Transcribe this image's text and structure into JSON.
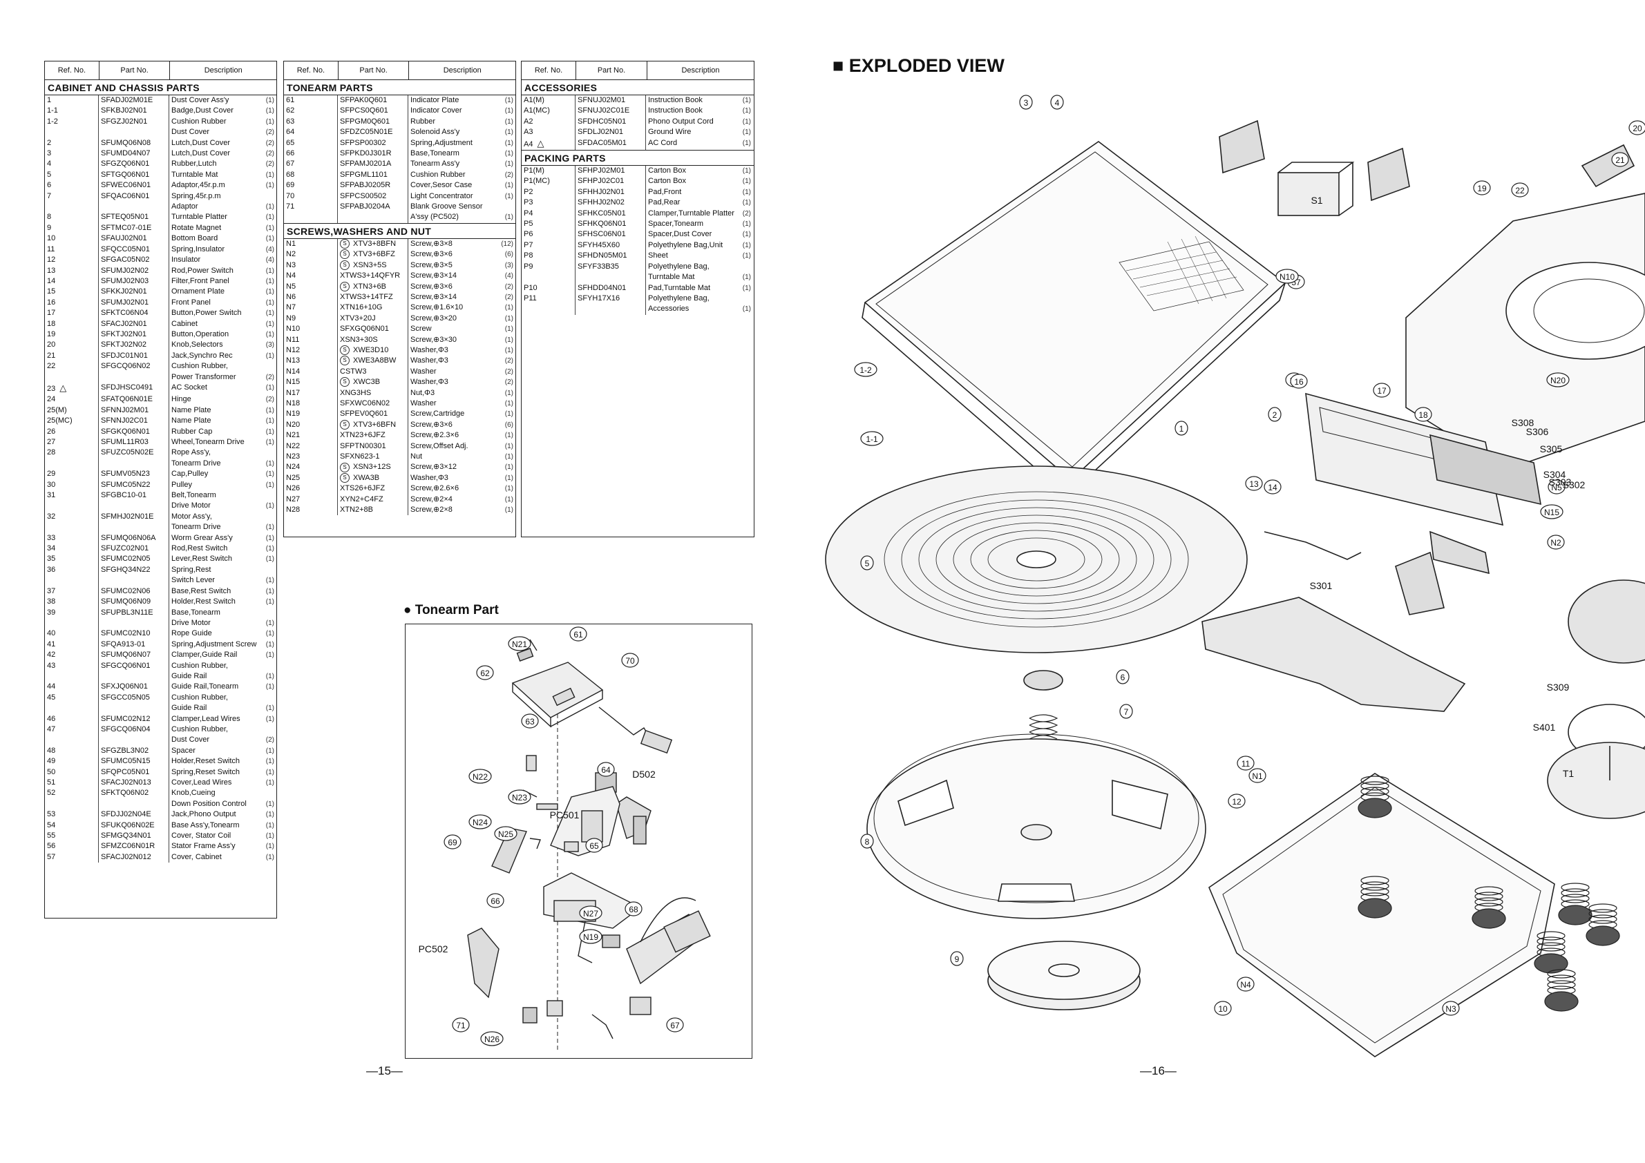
{
  "headers": {
    "ref": "Ref. No.",
    "part": "Part No.",
    "desc": "Description"
  },
  "cabinet": {
    "title": "CABINET AND CHASSIS PARTS",
    "rows": [
      {
        "r": "1",
        "s": "",
        "p": "SFADJ02M01E",
        "d": "Dust Cover Ass'y",
        "q": "(1)"
      },
      {
        "r": "1-1",
        "s": "",
        "p": "SFKBJ02N01",
        "d": "Badge,Dust Cover",
        "q": "(1)"
      },
      {
        "r": "1-2",
        "s": "",
        "p": "SFGZJ02N01",
        "d": "Cushion Rubber",
        "q": "(1)"
      },
      {
        "r": "",
        "s": "",
        "p": "",
        "d": "Dust Cover",
        "q": "(2)"
      },
      {
        "r": "2",
        "s": "",
        "p": "SFUMQ06N08",
        "d": "Lutch,Dust Cover",
        "q": "(2)"
      },
      {
        "r": "3",
        "s": "",
        "p": "SFUMD04N07",
        "d": "Lutch,Dust Cover",
        "q": "(2)"
      },
      {
        "r": "4",
        "s": "",
        "p": "SFGZQ06N01",
        "d": "Rubber,Lutch",
        "q": "(2)"
      },
      {
        "r": "5",
        "s": "",
        "p": "SFTGQ06N01",
        "d": "Turntable Mat",
        "q": "(1)"
      },
      {
        "r": "6",
        "s": "",
        "p": "SFWEC06N01",
        "d": "Adaptor,45r.p.m",
        "q": "(1)"
      },
      {
        "r": "7",
        "s": "",
        "p": "SFQAC06N01",
        "d": "Spring,45r.p.m",
        "q": ""
      },
      {
        "r": "",
        "s": "",
        "p": "",
        "d": "Adaptor",
        "q": "(1)"
      },
      {
        "r": "8",
        "s": "",
        "p": "SFTEQ05N01",
        "d": "Turntable Platter",
        "q": "(1)"
      },
      {
        "r": "9",
        "s": "",
        "p": "SFTMC07-01E",
        "d": "Rotate Magnet",
        "q": "(1)"
      },
      {
        "r": "10",
        "s": "",
        "p": "SFAUJ02N01",
        "d": "Bottom Board",
        "q": "(1)"
      },
      {
        "r": "11",
        "s": "",
        "p": "SFQCC05N01",
        "d": "Spring,Insulator",
        "q": "(4)"
      },
      {
        "r": "12",
        "s": "",
        "p": "SFGAC05N02",
        "d": "Insulator",
        "q": "(4)"
      },
      {
        "r": "13",
        "s": "",
        "p": "SFUMJ02N02",
        "d": "Rod,Power Switch",
        "q": "(1)"
      },
      {
        "r": "14",
        "s": "",
        "p": "SFUMJ02N03",
        "d": "Filter,Front Panel",
        "q": "(1)"
      },
      {
        "r": "15",
        "s": "",
        "p": "SFKKJ02N01",
        "d": "Ornament Plate",
        "q": "(1)"
      },
      {
        "r": "16",
        "s": "",
        "p": "SFUMJ02N01",
        "d": "Front Panel",
        "q": "(1)"
      },
      {
        "r": "17",
        "s": "",
        "p": "SFKTC06N04",
        "d": "Button,Power Switch",
        "q": "(1)"
      },
      {
        "r": "18",
        "s": "",
        "p": "SFACJ02N01",
        "d": "Cabinet",
        "q": "(1)"
      },
      {
        "r": "19",
        "s": "",
        "p": "SFKTJ02N01",
        "d": "Button,Operation",
        "q": "(1)"
      },
      {
        "r": "20",
        "s": "",
        "p": "SFKTJ02N02",
        "d": "Knob,Selectors",
        "q": "(3)"
      },
      {
        "r": "21",
        "s": "",
        "p": "SFDJC01N01",
        "d": "Jack,Synchro Rec",
        "q": "(1)"
      },
      {
        "r": "22",
        "s": "",
        "p": "SFGCQ06N02",
        "d": "Cushion Rubber,",
        "q": ""
      },
      {
        "r": "",
        "s": "",
        "p": "",
        "d": "Power Transformer",
        "q": "(2)"
      },
      {
        "r": "23",
        "s": "warn",
        "p": "SFDJHSC0491",
        "d": "AC Socket",
        "q": "(1)"
      },
      {
        "r": "24",
        "s": "",
        "p": "SFATQ06N01E",
        "d": "Hinge",
        "q": "(2)"
      },
      {
        "r": "",
        "s": "",
        "p": "",
        "d": "",
        "q": ""
      },
      {
        "r": "25(M)",
        "s": "",
        "p": "SFNNJ02M01",
        "d": "Name Plate",
        "q": "(1)"
      },
      {
        "r": "25(MC)",
        "s": "",
        "p": "SFNNJ02C01",
        "d": "Name Plate",
        "q": "(1)"
      },
      {
        "r": "",
        "s": "",
        "p": "",
        "d": "",
        "q": ""
      },
      {
        "r": "26",
        "s": "",
        "p": "SFGKQ06N01",
        "d": "Rubber Cap",
        "q": "(1)"
      },
      {
        "r": "27",
        "s": "",
        "p": "SFUML11R03",
        "d": "Wheel,Tonearm Drive",
        "q": "(1)"
      },
      {
        "r": "28",
        "s": "",
        "p": "SFUZC05N02E",
        "d": "Rope Ass'y,",
        "q": ""
      },
      {
        "r": "",
        "s": "",
        "p": "",
        "d": "Tonearm Drive",
        "q": "(1)"
      },
      {
        "r": "29",
        "s": "",
        "p": "SFUMV05N23",
        "d": "Cap,Pulley",
        "q": "(1)"
      },
      {
        "r": "30",
        "s": "",
        "p": "SFUMC05N22",
        "d": "Pulley",
        "q": "(1)"
      },
      {
        "r": "31",
        "s": "",
        "p": "SFGBC10-01",
        "d": "Belt,Tonearm",
        "q": ""
      },
      {
        "r": "",
        "s": "",
        "p": "",
        "d": "Drive Motor",
        "q": "(1)"
      },
      {
        "r": "32",
        "s": "",
        "p": "SFMHJ02N01E",
        "d": "Motor Ass'y,",
        "q": ""
      },
      {
        "r": "",
        "s": "",
        "p": "",
        "d": "Tonearm Drive",
        "q": "(1)"
      },
      {
        "r": "33",
        "s": "",
        "p": "SFUMQ06N06A",
        "d": "Worm Grear Ass'y",
        "q": "(1)"
      },
      {
        "r": "34",
        "s": "",
        "p": "SFUZC02N01",
        "d": "Rod,Rest Switch",
        "q": "(1)"
      },
      {
        "r": "35",
        "s": "",
        "p": "SFUMC02N05",
        "d": "Lever,Rest Switch",
        "q": "(1)"
      },
      {
        "r": "36",
        "s": "",
        "p": "SFGHQ34N22",
        "d": "Spring,Rest",
        "q": ""
      },
      {
        "r": "",
        "s": "",
        "p": "",
        "d": "Switch Lever",
        "q": "(1)"
      },
      {
        "r": "37",
        "s": "",
        "p": "SFUMC02N06",
        "d": "Base,Rest Switch",
        "q": "(1)"
      },
      {
        "r": "38",
        "s": "",
        "p": "SFUMQ06N09",
        "d": "Holder,Rest Switch",
        "q": "(1)"
      },
      {
        "r": "39",
        "s": "",
        "p": "SFUPBL3N11E",
        "d": "Base,Tonearm",
        "q": ""
      },
      {
        "r": "",
        "s": "",
        "p": "",
        "d": "Drive Motor",
        "q": "(1)"
      },
      {
        "r": "40",
        "s": "",
        "p": "SFUMC02N10",
        "d": "Rope Guide",
        "q": "(1)"
      },
      {
        "r": "41",
        "s": "",
        "p": "SFQA913-01",
        "d": "Spring,Adjustment Screw",
        "q": "(1)"
      },
      {
        "r": "42",
        "s": "",
        "p": "SFUMQ06N07",
        "d": "Clamper,Guide Rail",
        "q": "(1)"
      },
      {
        "r": "43",
        "s": "",
        "p": "SFGCQ06N01",
        "d": "Cushion Rubber,",
        "q": ""
      },
      {
        "r": "",
        "s": "",
        "p": "",
        "d": "Guide Rail",
        "q": "(1)"
      },
      {
        "r": "44",
        "s": "",
        "p": "SFXJQ06N01",
        "d": "Guide Rail,Tonearm",
        "q": "(1)"
      },
      {
        "r": "45",
        "s": "",
        "p": "SFGCC05N05",
        "d": "Cushion Rubber,",
        "q": ""
      },
      {
        "r": "",
        "s": "",
        "p": "",
        "d": "Guide Rail",
        "q": "(1)"
      },
      {
        "r": "46",
        "s": "",
        "p": "SFUMC02N12",
        "d": "Clamper,Lead Wires",
        "q": "(1)"
      },
      {
        "r": "47",
        "s": "",
        "p": "SFGCQ06N04",
        "d": "Cushion Rubber,",
        "q": ""
      },
      {
        "r": "",
        "s": "",
        "p": "",
        "d": "Dust Cover",
        "q": "(2)"
      },
      {
        "r": "48",
        "s": "",
        "p": "SFGZBL3N02",
        "d": "Spacer",
        "q": "(1)"
      },
      {
        "r": "49",
        "s": "",
        "p": "SFUMC05N15",
        "d": "Holder,Reset Switch",
        "q": "(1)"
      },
      {
        "r": "50",
        "s": "",
        "p": "SFQPC05N01",
        "d": "Spring,Reset Switch",
        "q": "(1)"
      },
      {
        "r": "51",
        "s": "",
        "p": "SFACJ02N013",
        "d": "Cover,Lead Wires",
        "q": "(1)"
      },
      {
        "r": "52",
        "s": "",
        "p": "SFKTQ06N02",
        "d": "Knob,Cueing",
        "q": ""
      },
      {
        "r": "",
        "s": "",
        "p": "",
        "d": "Down Position Control",
        "q": "(1)"
      },
      {
        "r": "53",
        "s": "",
        "p": "SFDJJ02N04E",
        "d": "Jack,Phono Output",
        "q": "(1)"
      },
      {
        "r": "54",
        "s": "",
        "p": "SFUKQ06N02E",
        "d": "Base Ass'y,Tonearm",
        "q": "(1)"
      },
      {
        "r": "55",
        "s": "",
        "p": "SFMGQ34N01",
        "d": "Cover, Stator Coil",
        "q": "(1)"
      },
      {
        "r": "56",
        "s": "",
        "p": "SFMZC06N01R",
        "d": "Stator Frame Ass'y",
        "q": "(1)"
      },
      {
        "r": "57",
        "s": "",
        "p": "SFACJ02N012",
        "d": "Cover, Cabinet",
        "q": "(1)"
      }
    ]
  },
  "tonearm": {
    "title": "TONEARM PARTS",
    "rows": [
      {
        "r": "61",
        "s": "",
        "p": "SFPAK0Q601",
        "d": "Indicator Plate",
        "q": "(1)"
      },
      {
        "r": "62",
        "s": "",
        "p": "SFPCS0Q601",
        "d": "Indicator Cover",
        "q": "(1)"
      },
      {
        "r": "63",
        "s": "",
        "p": "SFPGM0Q601",
        "d": "Rubber",
        "q": "(1)"
      },
      {
        "r": "64",
        "s": "",
        "p": "SFDZC05N01E",
        "d": "Solenoid Ass'y",
        "q": "(1)"
      },
      {
        "r": "65",
        "s": "",
        "p": "SFPSP00302",
        "d": "Spring,Adjustment",
        "q": "(1)"
      },
      {
        "r": "66",
        "s": "",
        "p": "SFPKD0J301R",
        "d": "Base,Tonearm",
        "q": "(1)"
      },
      {
        "r": "67",
        "s": "",
        "p": "SFPAMJ0201A",
        "d": "Tonearm Ass'y",
        "q": "(1)"
      },
      {
        "r": "68",
        "s": "",
        "p": "SFPGML1101",
        "d": "Cushion Rubber",
        "q": "(2)"
      },
      {
        "r": "69",
        "s": "",
        "p": "SFPABJ0205R",
        "d": "Cover,Sesor Case",
        "q": "(1)"
      },
      {
        "r": "70",
        "s": "",
        "p": "SFPCS00502",
        "d": "Light Concentrator",
        "q": "(1)"
      },
      {
        "r": "71",
        "s": "",
        "p": "SFPABJ0204A",
        "d": "Blank Groove Sensor",
        "q": ""
      },
      {
        "r": "",
        "s": "",
        "p": "",
        "d": "A'ssy (PC502)",
        "q": "(1)"
      }
    ]
  },
  "screws": {
    "title": "SCREWS,WASHERS AND NUT",
    "rows": [
      {
        "r": "N1",
        "s": "S",
        "p": "XTV3+8BFN",
        "d": "Screw,⊕3×8",
        "q": "(12)"
      },
      {
        "r": "N2",
        "s": "S",
        "p": "XTV3+6BFZ",
        "d": "Screw,⊕3×6",
        "q": "(6)"
      },
      {
        "r": "N3",
        "s": "S",
        "p": "XSN3+5S",
        "d": "Screw,⊕3×5",
        "q": "(3)"
      },
      {
        "r": "N4",
        "s": "",
        "p": "XTWS3+14QFYR",
        "d": "Screw,⊕3×14",
        "q": "(4)"
      },
      {
        "r": "N5",
        "s": "S",
        "p": "XTN3+6B",
        "d": "Screw,⊕3×6",
        "q": "(2)"
      },
      {
        "r": "N6",
        "s": "",
        "p": "XTWS3+14TFZ",
        "d": "Screw,⊕3×14",
        "q": "(2)"
      },
      {
        "r": "N7",
        "s": "",
        "p": "XTN16+10G",
        "d": "Screw,⊕1.6×10",
        "q": "(1)"
      },
      {
        "r": "N9",
        "s": "",
        "p": "XTV3+20J",
        "d": "Screw,⊕3×20",
        "q": "(1)"
      },
      {
        "r": "N10",
        "s": "",
        "p": "SFXGQ06N01",
        "d": "Screw",
        "q": "(1)"
      },
      {
        "r": "N11",
        "s": "",
        "p": "XSN3+30S",
        "d": "Screw,⊕3×30",
        "q": "(1)"
      },
      {
        "r": "N12",
        "s": "S",
        "p": "XWE3D10",
        "d": "Washer,Φ3",
        "q": "(1)"
      },
      {
        "r": "N13",
        "s": "S",
        "p": "XWE3A8BW",
        "d": "Washer,Φ3",
        "q": "(2)"
      },
      {
        "r": "N14",
        "s": "",
        "p": "CSTW3",
        "d": "Washer",
        "q": "(2)"
      },
      {
        "r": "N15",
        "s": "S",
        "p": "XWC3B",
        "d": "Washer,Φ3",
        "q": "(2)"
      },
      {
        "r": "N17",
        "s": "",
        "p": "XNG3HS",
        "d": "Nut,Φ3",
        "q": "(1)"
      },
      {
        "r": "N18",
        "s": "",
        "p": "SFXWC06N02",
        "d": "Washer",
        "q": "(1)"
      },
      {
        "r": "N19",
        "s": "",
        "p": "SFPEV0Q601",
        "d": "Screw,Cartridge",
        "q": "(1)"
      },
      {
        "r": "N20",
        "s": "S",
        "p": "XTV3+6BFN",
        "d": "Screw,⊕3×6",
        "q": "(6)"
      },
      {
        "r": "N21",
        "s": "",
        "p": "XTN23+6JFZ",
        "d": "Screw,⊕2.3×6",
        "q": "(1)"
      },
      {
        "r": "N22",
        "s": "",
        "p": "SFPTN00301",
        "d": "Screw,Offset Adj.",
        "q": "(1)"
      },
      {
        "r": "N23",
        "s": "",
        "p": "SFXN623-1",
        "d": "Nut",
        "q": "(1)"
      },
      {
        "r": "N24",
        "s": "S",
        "p": "XSN3+12S",
        "d": "Screw,⊕3×12",
        "q": "(1)"
      },
      {
        "r": "N25",
        "s": "S",
        "p": "XWA3B",
        "d": "Washer,Φ3",
        "q": "(1)"
      },
      {
        "r": "N26",
        "s": "",
        "p": "XTS26+6JFZ",
        "d": "Screw,⊕2.6×6",
        "q": "(1)"
      },
      {
        "r": "N27",
        "s": "",
        "p": "XYN2+C4FZ",
        "d": "Screw,⊕2×4",
        "q": "(1)"
      },
      {
        "r": "N28",
        "s": "",
        "p": "XTN2+8B",
        "d": "Screw,⊕2×8",
        "q": "(1)"
      }
    ]
  },
  "accessories": {
    "title": "ACCESSORIES",
    "rows": [
      {
        "r": "A1(M)",
        "s": "",
        "p": "SFNUJ02M01",
        "d": "Instruction Book",
        "q": "(1)"
      },
      {
        "r": "A1(MC)",
        "s": "",
        "p": "SFNUJ02C01E",
        "d": "Instruction Book",
        "q": "(1)"
      },
      {
        "r": "A2",
        "s": "",
        "p": "SFDHC05N01",
        "d": "Phono Output Cord",
        "q": "(1)"
      },
      {
        "r": "A3",
        "s": "",
        "p": "SFDLJ02N01",
        "d": "Ground Wire",
        "q": "(1)"
      },
      {
        "r": "A4",
        "s": "warn",
        "p": "SFDAC05M01",
        "d": "AC Cord",
        "q": "(1)"
      }
    ]
  },
  "packing": {
    "title": "PACKING PARTS",
    "rows": [
      {
        "r": "P1(M)",
        "s": "",
        "p": "SFHPJ02M01",
        "d": "Carton Box",
        "q": "(1)"
      },
      {
        "r": "P1(MC)",
        "s": "",
        "p": "SFHPJ02C01",
        "d": "Carton Box",
        "q": "(1)"
      },
      {
        "r": "P2",
        "s": "",
        "p": "SFHHJ02N01",
        "d": "Pad,Front",
        "q": "(1)"
      },
      {
        "r": "P3",
        "s": "",
        "p": "SFHHJ02N02",
        "d": "Pad,Rear",
        "q": "(1)"
      },
      {
        "r": "P4",
        "s": "",
        "p": "SFHKC05N01",
        "d": "Clamper,Turntable Platter",
        "q": "(2)"
      },
      {
        "r": "P5",
        "s": "",
        "p": "SFHKQ06N01",
        "d": "Spacer,Tonearm",
        "q": "(1)"
      },
      {
        "r": "P6",
        "s": "",
        "p": "SFHSC06N01",
        "d": "Spacer,Dust Cover",
        "q": "(1)"
      },
      {
        "r": "P7",
        "s": "",
        "p": "SFYH45X60",
        "d": "Polyethylene Bag,Unit",
        "q": "(1)"
      },
      {
        "r": "P8",
        "s": "",
        "p": "SFHDN05M01",
        "d": "Sheet",
        "q": "(1)"
      },
      {
        "r": "P9",
        "s": "",
        "p": "SFYF33B35",
        "d": "Polyethylene Bag,",
        "q": ""
      },
      {
        "r": "",
        "s": "",
        "p": "",
        "d": "Turntable Mat",
        "q": "(1)"
      },
      {
        "r": "P10",
        "s": "",
        "p": "SFHDD04N01",
        "d": "Pad,Turntable Mat",
        "q": "(1)"
      },
      {
        "r": "P11",
        "s": "",
        "p": "SFYH17X16",
        "d": "Polyethylene Bag,",
        "q": ""
      },
      {
        "r": "",
        "s": "",
        "p": "",
        "d": "Accessories",
        "q": "(1)"
      }
    ]
  },
  "tonearm_part_title": "● Tonearm Part",
  "exploded_title": "■ EXPLODED VIEW",
  "page_left": "—15—",
  "page_right": "—16—",
  "callouts_exploded": [
    "1",
    "1-1",
    "1-2",
    "2",
    "3",
    "4",
    "5",
    "6",
    "7",
    "8",
    "9",
    "10",
    "11",
    "12",
    "13",
    "14",
    "15",
    "16",
    "17",
    "18",
    "19",
    "20",
    "21",
    "22",
    "57",
    "N1",
    "N3",
    "N4",
    "N5",
    "N10",
    "N15",
    "N20",
    "N2",
    "T1",
    "S1",
    "S301",
    "S302",
    "S303",
    "S304",
    "S305",
    "S306",
    "S308",
    "S309",
    "S401"
  ],
  "callouts_tonearm": [
    "N21",
    "61",
    "62",
    "70",
    "63",
    "D502",
    "N22",
    "N23",
    "64",
    "N24",
    "N25",
    "PC501",
    "65",
    "69",
    "66",
    "N27",
    "68",
    "N19",
    "PC502",
    "71",
    "N26",
    "67"
  ]
}
